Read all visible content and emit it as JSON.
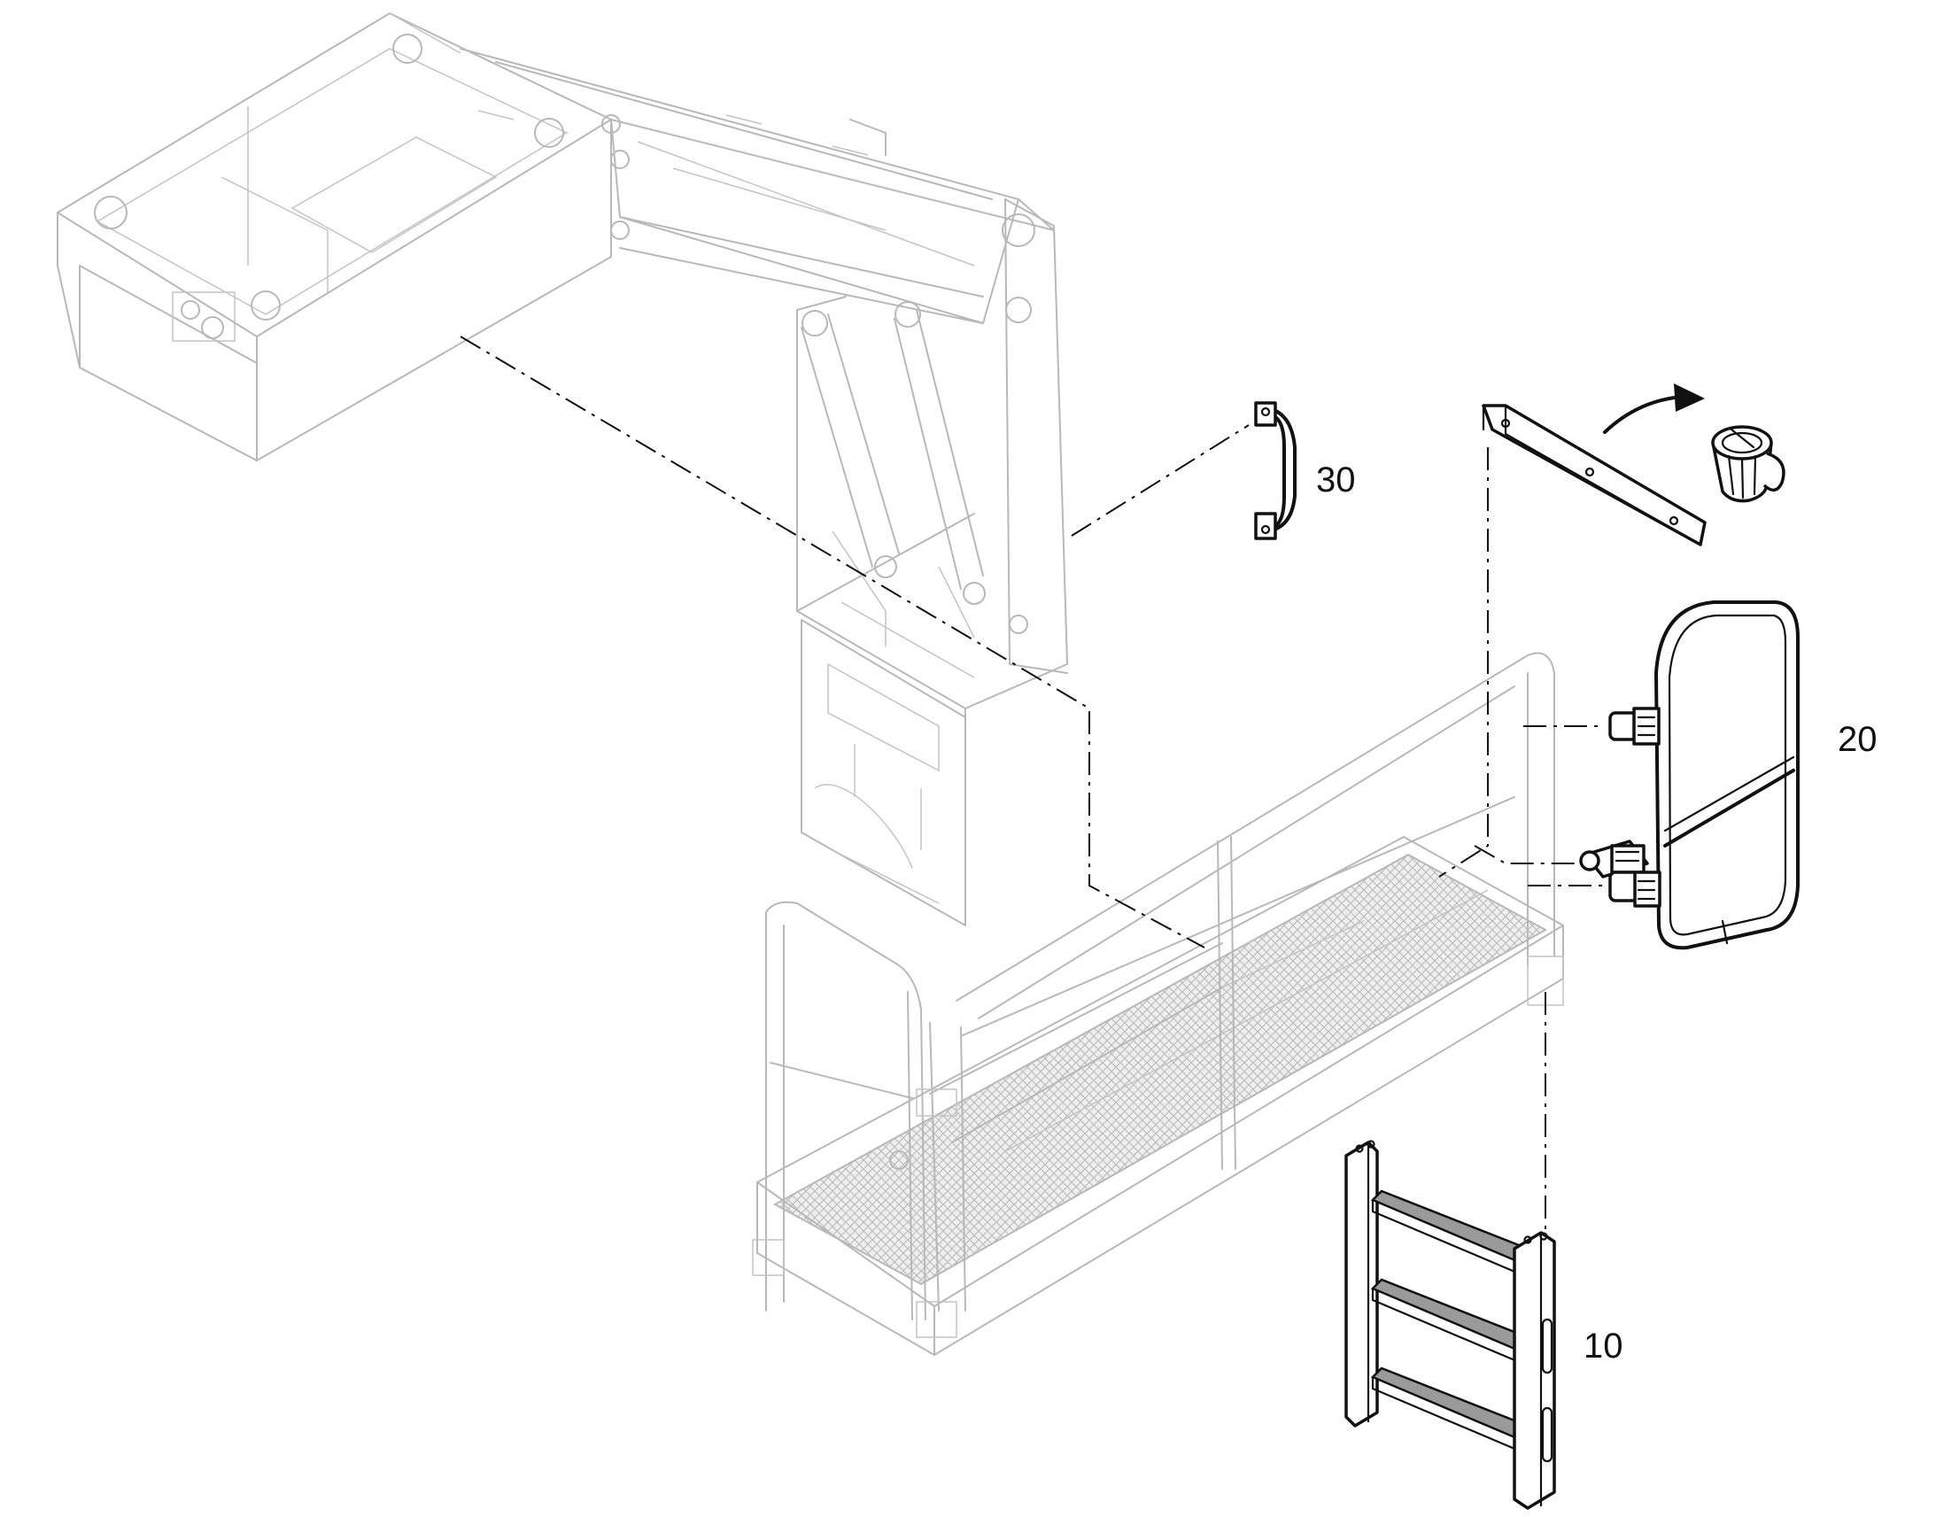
{
  "callouts": {
    "part_10": "10",
    "part_20": "20",
    "part_30": "30"
  },
  "colors": {
    "ghost_stroke": "#b8b8b8",
    "part_stroke": "#111111",
    "background": "#ffffff"
  },
  "icons": {
    "discard": "trash-can-icon",
    "direction": "curved-arrow-icon"
  }
}
